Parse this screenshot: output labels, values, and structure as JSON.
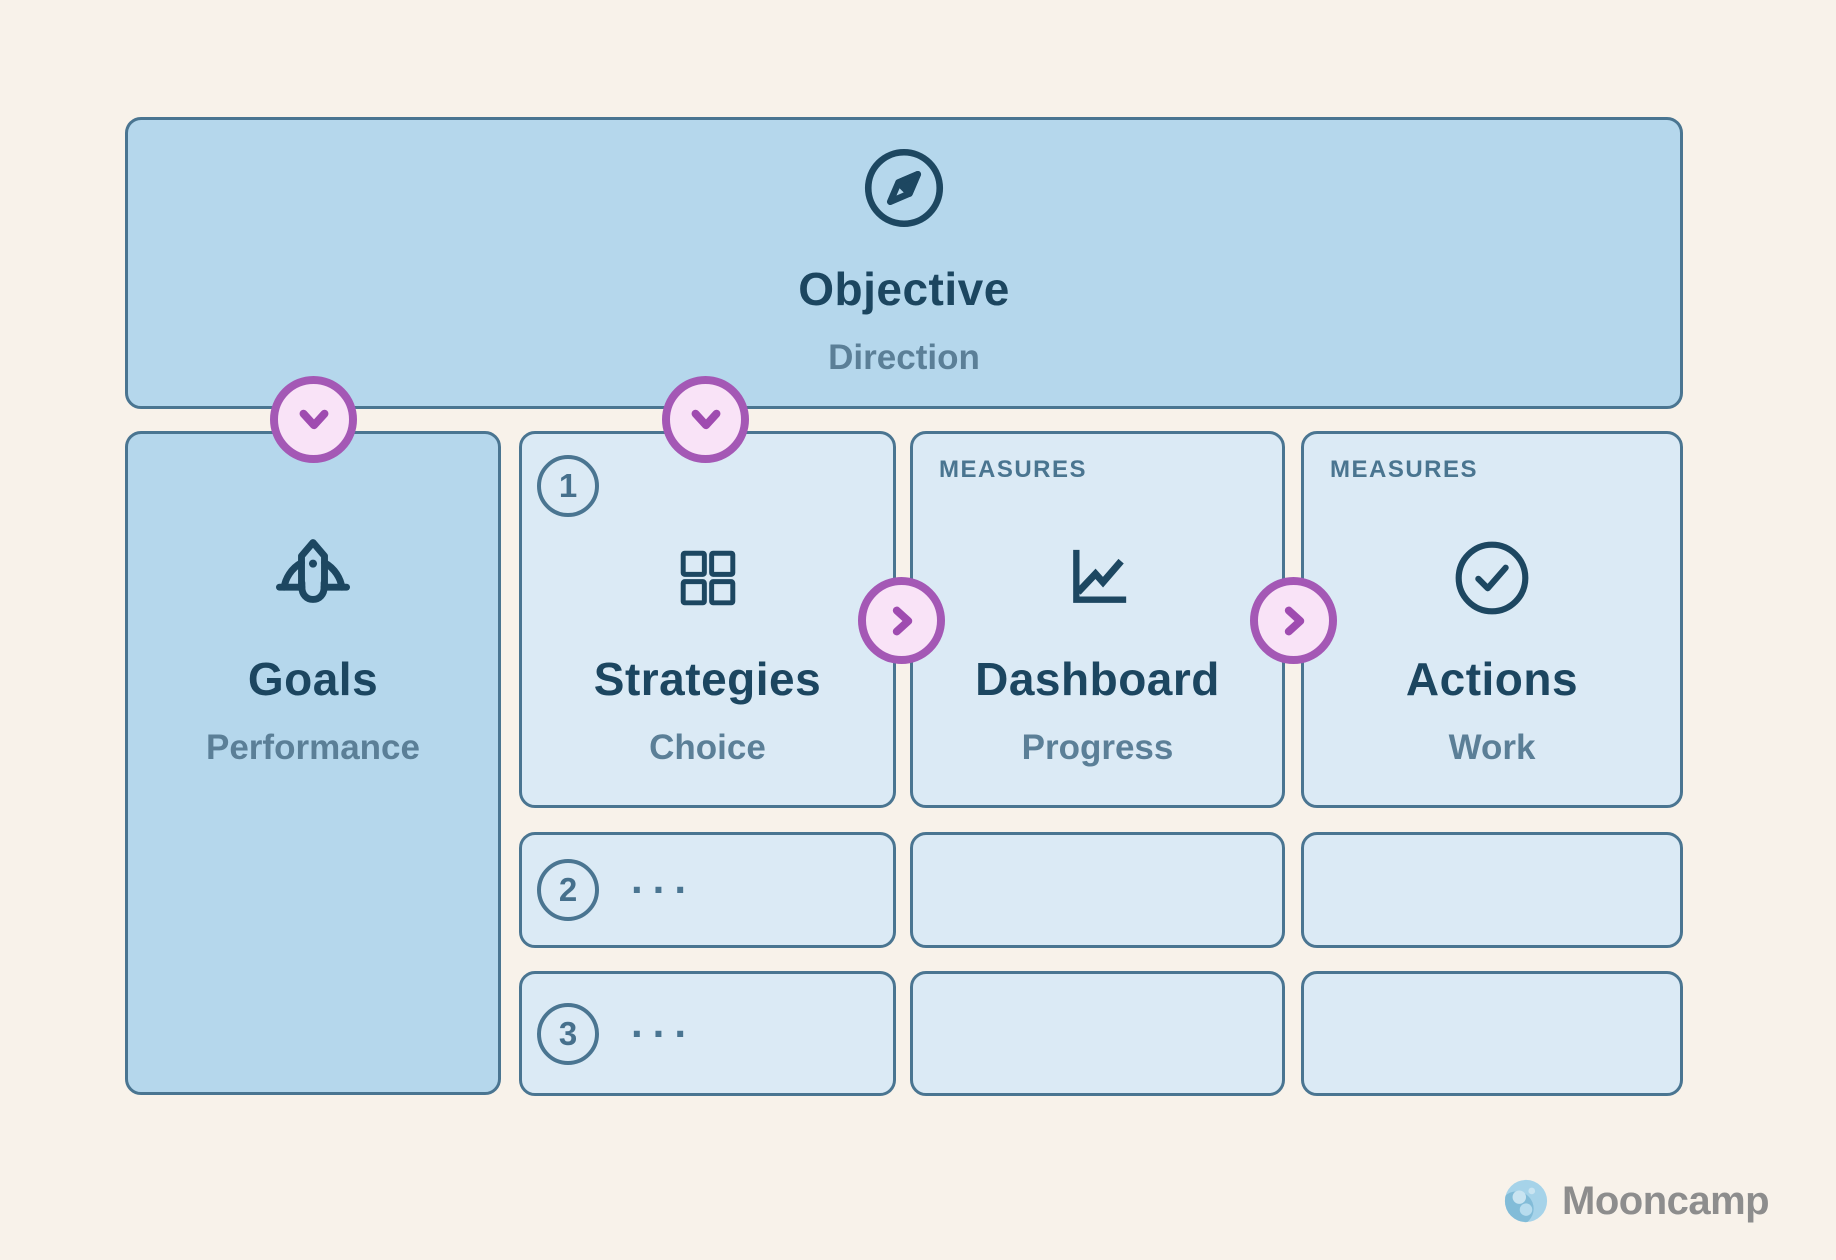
{
  "colors": {
    "background": "#f8f2ea",
    "card_medium_blue": "#b5d7ec",
    "card_light_blue": "#dbeaf5",
    "card_border": "#4a7591",
    "title_navy": "#1c4660",
    "subtitle_steel": "#5b7f97",
    "measures_steel": "#4a7590",
    "connector_ring": "#a458b5",
    "connector_fill": "#f9e3f7",
    "connector_glyph": "#9f4bb0",
    "icon_navy": "#1d4761",
    "logo_gray": "#8d8d8d",
    "logo_moon_blue": "#a6d3e9"
  },
  "objective": {
    "icon": "compass-icon",
    "title": "Objective",
    "subtitle": "Direction"
  },
  "goals": {
    "icon": "rocket-icon",
    "title": "Goals",
    "subtitle": "Performance"
  },
  "strategies": {
    "badge": "1",
    "icon": "grid-icon",
    "title": "Strategies",
    "subtitle": "Choice"
  },
  "dashboard": {
    "label": "MEASURES",
    "icon": "line-chart-icon",
    "title": "Dashboard",
    "subtitle": "Progress"
  },
  "actions": {
    "label": "MEASURES",
    "icon": "check-circle-icon",
    "title": "Actions",
    "subtitle": "Work"
  },
  "rows": [
    {
      "badge": "2",
      "dots": "..."
    },
    {
      "badge": "3",
      "dots": "..."
    }
  ],
  "connectors": [
    {
      "direction": "down",
      "from": "objective",
      "to": "goals"
    },
    {
      "direction": "down",
      "from": "objective",
      "to": "strategies"
    },
    {
      "direction": "right",
      "from": "strategies",
      "to": "dashboard"
    },
    {
      "direction": "right",
      "from": "dashboard",
      "to": "actions"
    }
  ],
  "logo": {
    "icon": "moon-icon",
    "text": "Mooncamp"
  }
}
